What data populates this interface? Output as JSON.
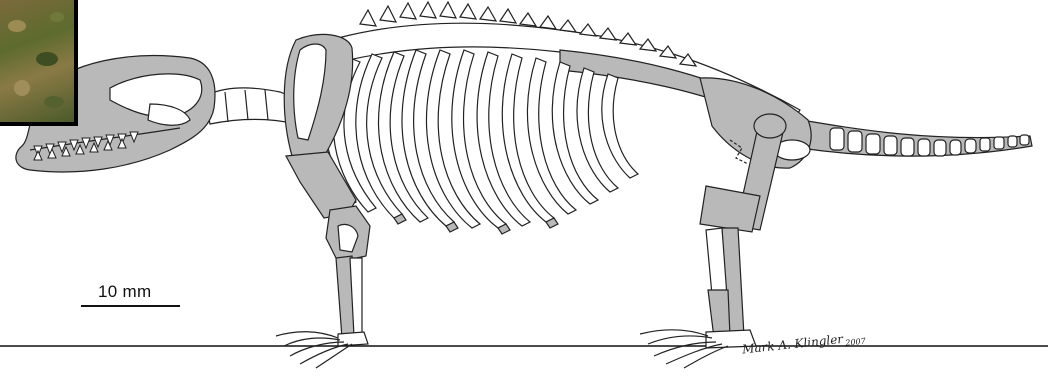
{
  "figure": {
    "scale_bar_label": "10 mm",
    "signature": "Mark A. Klingler",
    "signature_year": "2007",
    "colors": {
      "bone_fill": "#b9b9b9",
      "bone_light": "#ffffff",
      "outline": "#222222",
      "ground_line": "#111111"
    },
    "inset_photo": {
      "description_icon": "photo-thumbnail"
    }
  }
}
